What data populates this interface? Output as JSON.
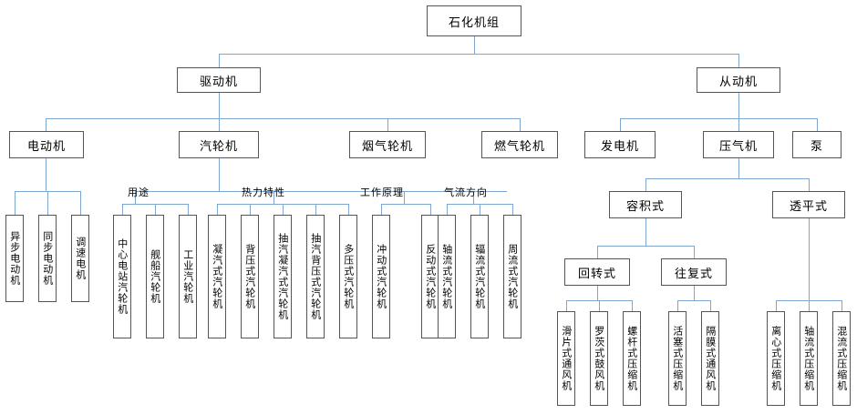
{
  "diagram": {
    "title": "石化机组",
    "type": "organizational-tree",
    "root": "石化机组",
    "level2": [
      "驱动机",
      "从动机"
    ],
    "level3_left": [
      "电动机",
      "汽轮机",
      "烟气轮机",
      "燃气轮机"
    ],
    "level3_right": [
      "发电机",
      "压气机",
      "泵"
    ],
    "group_labels": [
      "用途",
      "热力特性",
      "工作原理",
      "气流方向"
    ],
    "compressor_types": [
      "容积式",
      "透平式"
    ],
    "volumetric_types": [
      "回转式",
      "往复式"
    ],
    "motor_leaves": [
      "异步电动机",
      "同步电动机",
      "调速电机"
    ],
    "turbine_use_leaves": [
      "中心电站汽轮机",
      "舰船汽轮机",
      "工业汽轮机"
    ],
    "turbine_thermal_leaves": [
      "凝汽式汽轮机",
      "背压式汽轮机",
      "抽汽凝汽式汽轮机",
      "抽汽背压式汽轮机",
      "多压式汽轮机"
    ],
    "turbine_principle_leaves": [
      "冲动式汽轮机",
      "反动式汽轮机"
    ],
    "turbine_flow_leaves": [
      "轴流式汽轮机",
      "辐流式汽轮机",
      "周流式汽轮机"
    ],
    "rotary_leaves": [
      "滑片式通风机",
      "罗茨式鼓风机",
      "螺杆式压缩机"
    ],
    "reciprocating_leaves": [
      "活塞式压缩机",
      "隔膜式通风机"
    ],
    "turbo_leaves": [
      "离心式压缩机",
      "轴流式压缩机",
      "混流式压缩机"
    ],
    "colors": {
      "connector": "#7da7d0",
      "border": "#555555",
      "background": "#ffffff",
      "text": "#000000"
    }
  }
}
